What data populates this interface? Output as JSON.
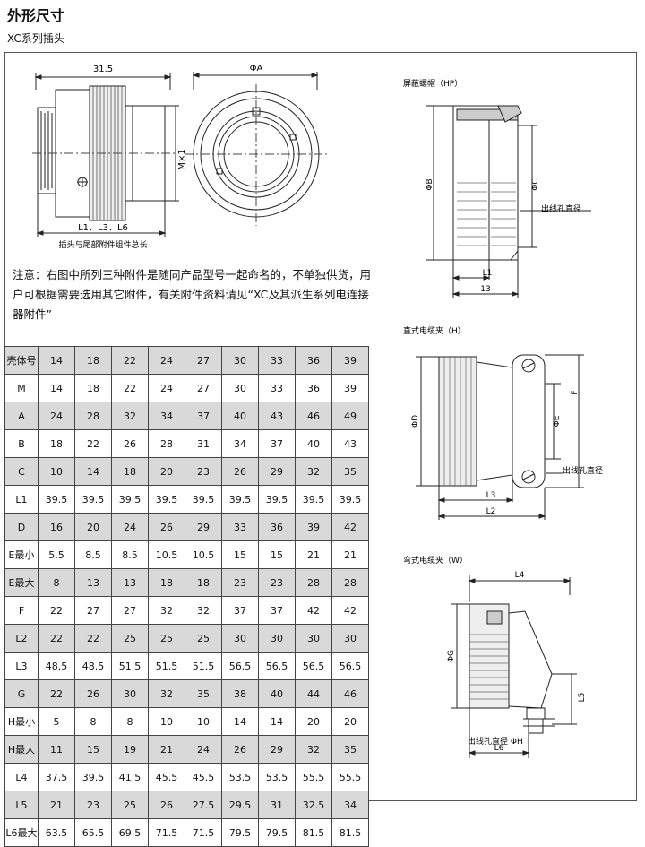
{
  "page": {
    "title": "外形尺寸",
    "subtitle": "XC系列插头"
  },
  "main_drawing": {
    "dim_length": "31.5",
    "dim_diameter": "ΦA",
    "dim_thread": "M×1",
    "dim_lengths": "L1、L3、L6",
    "caption": "插头与尾部附件组件总长"
  },
  "hp_drawing": {
    "title": "屏蔽螺帽（HP）",
    "dim_b": "ΦB",
    "dim_c": "ΦC",
    "exit_label": "出线孔直径",
    "dim_l1": "L1",
    "dim_13": "13"
  },
  "h_drawing": {
    "title": "直式电缆夹（H）",
    "dim_d": "ΦD",
    "dim_e": "ΦE",
    "dim_f": "F",
    "exit_label": "出线孔直径",
    "dim_l3": "L3",
    "dim_l2": "L2"
  },
  "w_drawing": {
    "title": "弯式电缆夹（W）",
    "dim_l4": "L4",
    "dim_g": "ΦG",
    "dim_l5": "L5",
    "exit_label": "出线孔直径 ΦH",
    "dim_l6": "L6"
  },
  "note": "注意：右图中所列三种附件是随同产品型号一起命名的，不单独供货，用户可根据需要选用其它附件，有关附件资料请见“XC及其派生系列电连接器附件”",
  "spec_table": {
    "rows": [
      {
        "label": "壳体号",
        "values": [
          "14",
          "18",
          "22",
          "24",
          "27",
          "30",
          "33",
          "36",
          "39"
        ],
        "shaded": true
      },
      {
        "label": "M",
        "values": [
          "14",
          "18",
          "22",
          "24",
          "27",
          "30",
          "33",
          "36",
          "39"
        ],
        "shaded": false
      },
      {
        "label": "A",
        "values": [
          "24",
          "28",
          "32",
          "34",
          "37",
          "40",
          "43",
          "46",
          "49"
        ],
        "shaded": true
      },
      {
        "label": "B",
        "values": [
          "18",
          "22",
          "26",
          "28",
          "31",
          "34",
          "37",
          "40",
          "43"
        ],
        "shaded": false
      },
      {
        "label": "C",
        "values": [
          "10",
          "14",
          "18",
          "20",
          "23",
          "26",
          "29",
          "32",
          "35"
        ],
        "shaded": true
      },
      {
        "label": "L1",
        "values": [
          "39.5",
          "39.5",
          "39.5",
          "39.5",
          "39.5",
          "39.5",
          "39.5",
          "39.5",
          "39.5"
        ],
        "shaded": false
      },
      {
        "label": "D",
        "values": [
          "16",
          "20",
          "24",
          "26",
          "29",
          "33",
          "36",
          "39",
          "42"
        ],
        "shaded": true
      },
      {
        "label": "E最小",
        "values": [
          "5.5",
          "8.5",
          "8.5",
          "10.5",
          "10.5",
          "15",
          "15",
          "21",
          "21"
        ],
        "shaded": false
      },
      {
        "label": "E最大",
        "values": [
          "8",
          "13",
          "13",
          "18",
          "18",
          "23",
          "23",
          "28",
          "28"
        ],
        "shaded": true
      },
      {
        "label": "F",
        "values": [
          "22",
          "27",
          "27",
          "32",
          "32",
          "37",
          "37",
          "42",
          "42"
        ],
        "shaded": false
      },
      {
        "label": "L2",
        "values": [
          "22",
          "22",
          "25",
          "25",
          "25",
          "30",
          "30",
          "30",
          "30"
        ],
        "shaded": true
      },
      {
        "label": "L3",
        "values": [
          "48.5",
          "48.5",
          "51.5",
          "51.5",
          "51.5",
          "56.5",
          "56.5",
          "56.5",
          "56.5"
        ],
        "shaded": false
      },
      {
        "label": "G",
        "values": [
          "22",
          "26",
          "30",
          "32",
          "35",
          "38",
          "40",
          "44",
          "46"
        ],
        "shaded": true
      },
      {
        "label": "H最小",
        "values": [
          "5",
          "8",
          "8",
          "10",
          "10",
          "14",
          "14",
          "20",
          "20"
        ],
        "shaded": false
      },
      {
        "label": "H最大",
        "values": [
          "11",
          "15",
          "19",
          "21",
          "24",
          "26",
          "29",
          "32",
          "35"
        ],
        "shaded": true
      },
      {
        "label": "L4",
        "values": [
          "37.5",
          "39.5",
          "41.5",
          "45.5",
          "45.5",
          "53.5",
          "53.5",
          "55.5",
          "55.5"
        ],
        "shaded": false
      },
      {
        "label": "L5",
        "values": [
          "21",
          "23",
          "25",
          "26",
          "27.5",
          "29.5",
          "31",
          "32.5",
          "34"
        ],
        "shaded": true
      },
      {
        "label": "L6最大",
        "values": [
          "63.5",
          "65.5",
          "69.5",
          "71.5",
          "71.5",
          "79.5",
          "79.5",
          "81.5",
          "81.5"
        ],
        "shaded": false
      }
    ]
  }
}
